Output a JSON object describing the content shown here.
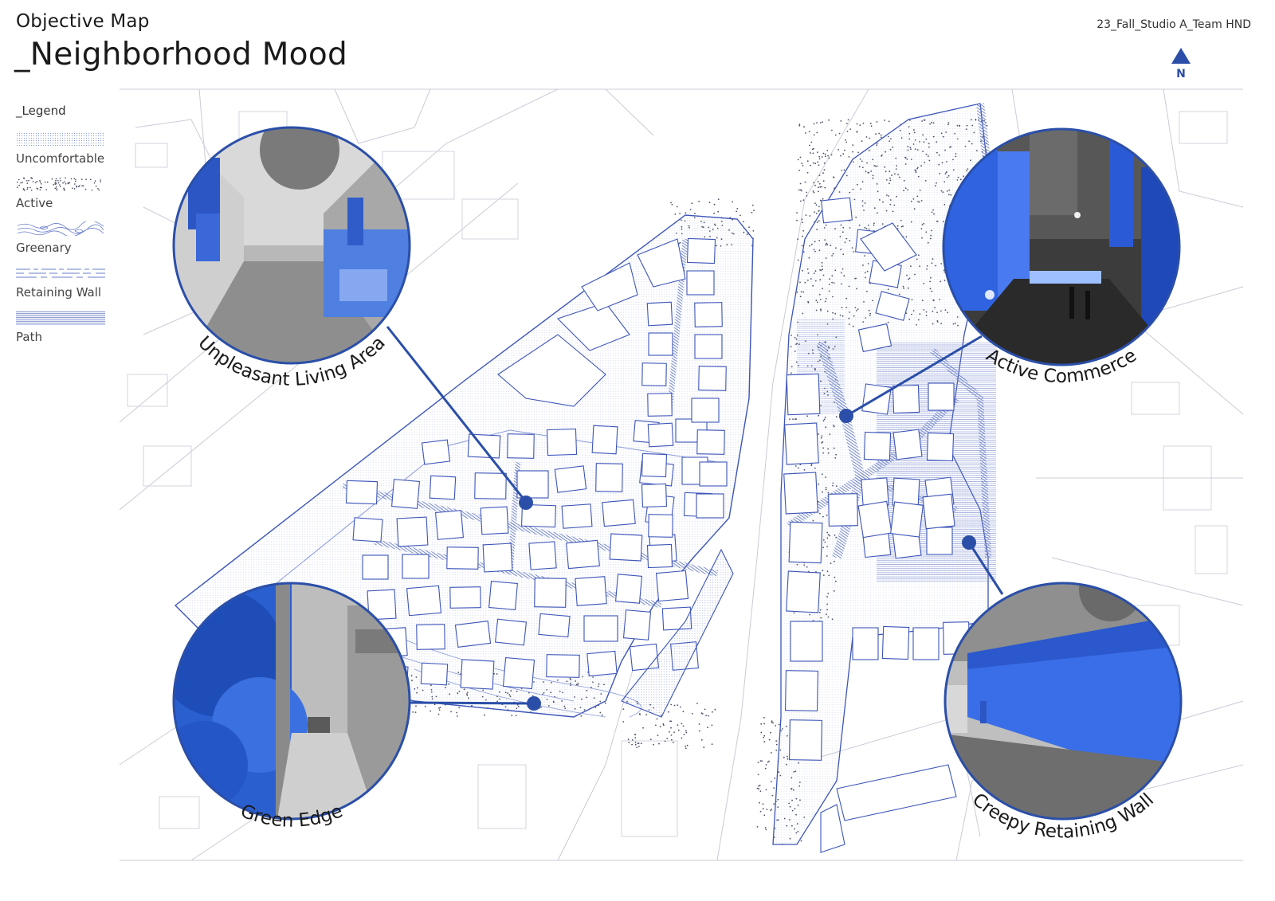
{
  "header": {
    "subtitle": "Objective Map",
    "title": "_Neighborhood Mood",
    "team": "23_Fall_Studio A_Team HND",
    "north_label": "N"
  },
  "legend": {
    "title": "_Legend",
    "items": [
      {
        "label": "Uncomfortable",
        "pattern": "fine-dots"
      },
      {
        "label": "Active",
        "pattern": "scatter-dots"
      },
      {
        "label": "Greenary",
        "pattern": "contour-lines"
      },
      {
        "label": "Retaining Wall",
        "pattern": "dashed-lines"
      },
      {
        "label": "Path",
        "pattern": "horizontal-lines"
      }
    ]
  },
  "callouts": [
    {
      "label": "Unpleasant Living Area",
      "photo": "narrow-alley-trash-bags"
    },
    {
      "label": "Active Commerce",
      "photo": "night-street-neon-signs"
    },
    {
      "label": "Green Edge",
      "photo": "tree-lined-sidewalk"
    },
    {
      "label": "Creepy Retaining Wall",
      "photo": "tall-concrete-wall"
    }
  ],
  "colors": {
    "accent": "#2b4fa8",
    "line": "#3d55b8",
    "context": "#c9ccd6",
    "text": "#1a1a1a"
  }
}
